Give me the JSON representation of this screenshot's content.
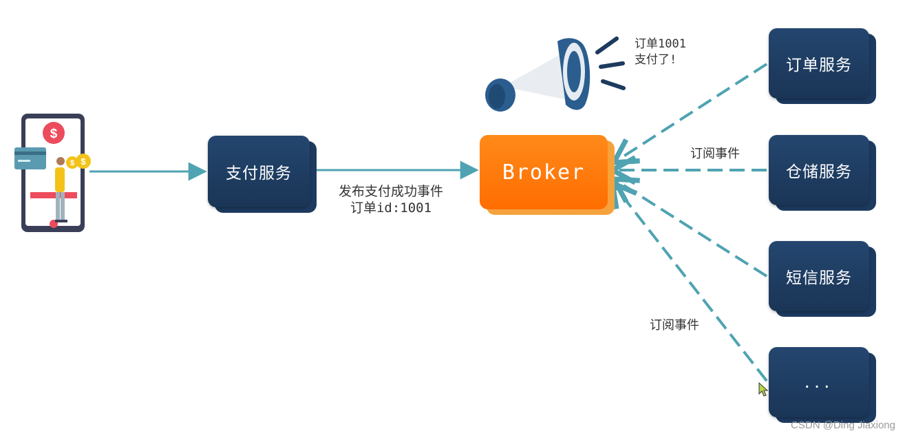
{
  "payment_service": {
    "label": "支付服务"
  },
  "broker": {
    "label": "Broker"
  },
  "publish_label": {
    "line1": "发布支付成功事件",
    "line2": "订单id:1001"
  },
  "announcement": {
    "line1": "订单1001",
    "line2": "支付了!"
  },
  "subscribe_labels": [
    "订阅事件",
    "订阅事件"
  ],
  "subscribers": [
    {
      "label": "订单服务"
    },
    {
      "label": "仓储服务"
    },
    {
      "label": "短信服务"
    },
    {
      "label": "..."
    }
  ],
  "watermark": "CSDN @Ding Jiaxiong",
  "colors": {
    "arrow": "#4fa3b2",
    "box": "#1f3d63",
    "broker": "#ff7a0d",
    "megaphone_blue": "#2b5d8f",
    "dollar_red": "#ec4c5c",
    "coin_gold": "#f3c31a"
  },
  "icons": [
    "phone-payment-icon",
    "megaphone-icon",
    "cursor-icon"
  ]
}
